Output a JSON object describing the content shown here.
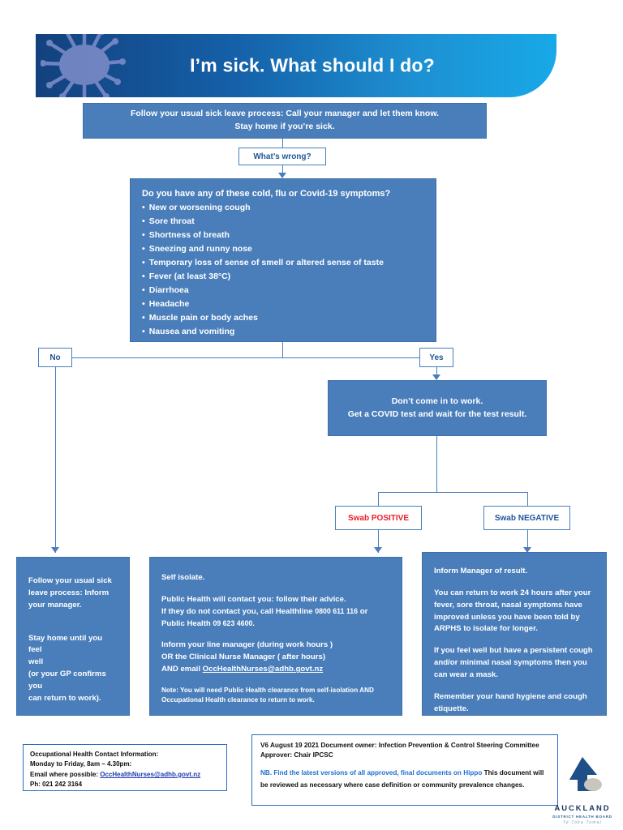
{
  "header": {
    "title": "I’m sick. What should I do?",
    "icon": "coronavirus-icon",
    "gradient_start": "#13417e",
    "gradient_end": "#18a9e8"
  },
  "flow": {
    "intro": {
      "line1": "Follow your usual sick leave process: Call your manager and let them know.",
      "line2": "Stay home if you’re sick."
    },
    "decision_whats_wrong": "What’s wrong?",
    "symptoms": {
      "question": "Do you have any of these cold, flu or Covid-19 symptoms?",
      "items": [
        "New or worsening cough",
        "Sore throat",
        "Shortness of breath",
        "Sneezing and runny nose",
        "Temporary loss of sense of smell or altered sense of taste",
        "Fever (at least 38°C)",
        "Diarrhoea",
        "Headache",
        "Muscle pain or body aches",
        "Nausea and vomiting"
      ]
    },
    "branch_no": "No",
    "branch_yes": "Yes",
    "dont_come_in": {
      "line1": "Don’t come in to work.",
      "line2": "Get a COVID test and wait for the test result."
    },
    "swab_positive": "Swab POSITIVE",
    "swab_negative": "Swab NEGATIVE"
  },
  "outcomes": {
    "no_symptoms": {
      "p1_line1": "Follow your usual sick",
      "p1_line2": "leave process: Inform",
      "p1_line3": "your manager.",
      "p2_line1": "Stay home until you feel",
      "p2_line2": "well",
      "p2_line3": "(or your GP confirms you",
      "p2_line4": "can return to work)."
    },
    "positive": {
      "p1": "Self isolate.",
      "p2_line1": "Public Health will contact you: follow their advice.",
      "p2_line2_a": "If they do not contact you, call Healthline ",
      "p2_line2_num": "0800 611 116",
      "p2_line2_b": "  or",
      "p2_line3_a": "Public Health ",
      "p2_line3_num": "09 623 4600.",
      "p3_line1": "Inform your line manager (during work hours )",
      "p3_line2": "OR the Clinical Nurse Manager ( after hours)",
      "p3_line3_a": "AND email ",
      "p3_line3_email": "OccHealthNurses@adhb.govt.nz",
      "p4_line1": "Note: You will need Public Health clearance from self-isolation AND",
      "p4_line2": "Occupational Health clearance to return to work."
    },
    "negative": {
      "p1": "Inform Manager of result.",
      "p2": "You can return to work 24 hours after your fever, sore throat, nasal symptoms have improved unless you have been told by ARPHS to isolate for longer.",
      "p3": "If you feel  well but have a persistent cough and/or minimal nasal symptoms  then you can wear a mask.",
      "p4": "Remember your  hand hygiene and  cough etiquette."
    }
  },
  "footer": {
    "contact": {
      "line1": "Occupational Health Contact Information:",
      "line2": "Monday to Friday, 8am – 4.30pm:",
      "line3_a": "Email where possible: ",
      "line3_email": "OccHealthNurses@adhb.govt.nz",
      "line4": "Ph: 021 242 3164"
    },
    "doc_info": {
      "line1": "V6 August 19 2021 Document owner: Infection Prevention & Control Steering Committee",
      "line2": "Approver: Chair IPCSC",
      "nb_highlight": "NB. Find the latest versions of all approved, final documents on Hippo",
      "nb_rest": " This document will be reviewed as necessary where case definition or community prevalence changes."
    },
    "logo": {
      "name": "AUCKLAND",
      "subtitle": "DISTRICT HEALTH BOARD",
      "maori": "Te Toka Tumai"
    }
  }
}
